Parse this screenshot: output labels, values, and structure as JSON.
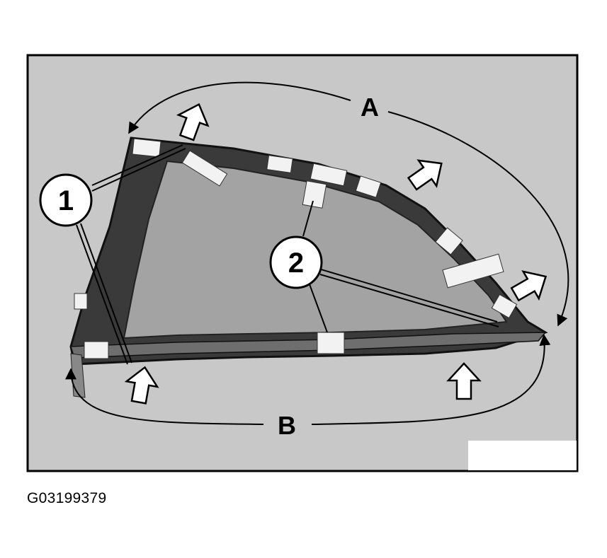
{
  "figure": {
    "callouts": [
      {
        "id": "1",
        "label": "1"
      },
      {
        "id": "2",
        "label": "2"
      }
    ],
    "dimensions": [
      {
        "id": "A",
        "label": "A"
      },
      {
        "id": "B",
        "label": "B"
      }
    ],
    "arrow_icon": "hollow-arrow-icon",
    "colors": {
      "panel_background": "#c8c8c8",
      "frame_border": "#000000",
      "glass": "#a3a3a3",
      "seal": "#3a3a3a",
      "tape": "#f2f2f2"
    }
  },
  "caption": "G03199379"
}
